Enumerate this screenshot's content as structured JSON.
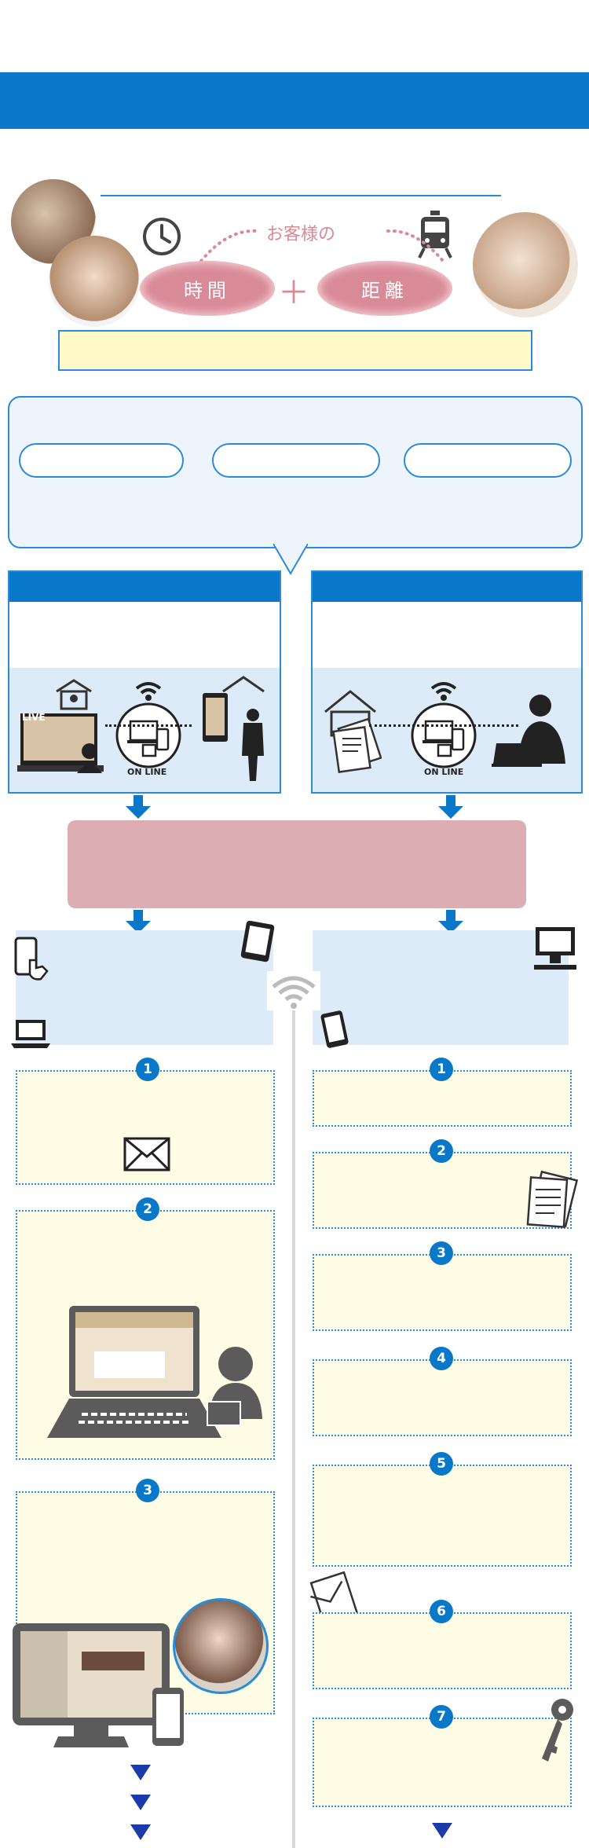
{
  "hero": {
    "subtitle": "お客様の",
    "pill_left": "時間",
    "plus": "＋",
    "pill_right": "距離"
  },
  "online_label_left": "ON LINE",
  "online_label_right": "ON LINE",
  "live_label": "LIVE",
  "steps_left": [
    {
      "num": "1"
    },
    {
      "num": "2"
    },
    {
      "num": "3"
    }
  ],
  "steps_right": [
    {
      "num": "1"
    },
    {
      "num": "2"
    },
    {
      "num": "3"
    },
    {
      "num": "4"
    },
    {
      "num": "5"
    },
    {
      "num": "6"
    },
    {
      "num": "7"
    }
  ],
  "colors": {
    "brand_blue": "#0a78c8",
    "pink": "#d98a97",
    "light_blue": "#dcebf7",
    "cream": "#fffce6",
    "yellow": "#fff9c8",
    "navy_triangle": "#1c3aa9"
  },
  "icons": [
    "clock-icon",
    "train-icon",
    "wifi-icon",
    "laptop-icon",
    "tablet-icon",
    "smartphone-icon",
    "envelope-icon",
    "document-icon",
    "key-icon",
    "house-icon",
    "person-icon"
  ]
}
